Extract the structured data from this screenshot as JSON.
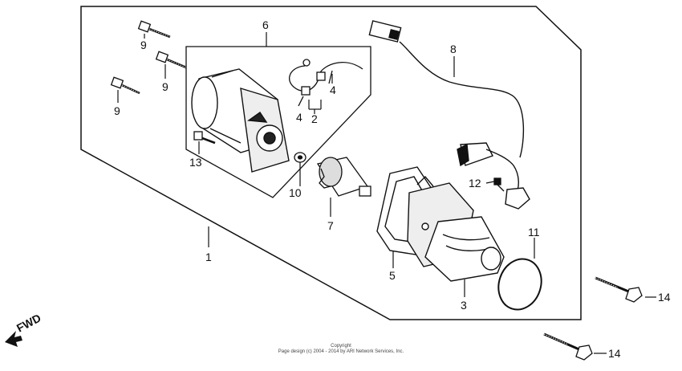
{
  "diagram": {
    "callouts": {
      "c1": "1",
      "c2": "2",
      "c3": "3",
      "c4a": "4",
      "c4b": "4",
      "c5": "5",
      "c6": "6",
      "c7": "7",
      "c8": "8",
      "c9a": "9",
      "c9b": "9",
      "c9c": "9",
      "c10": "10",
      "c11": "11",
      "c12": "12",
      "c13": "13",
      "c14a": "14",
      "c14b": "14"
    },
    "fwd_label": "FWD"
  },
  "footer": {
    "line1": "Copyright",
    "line2": "Page design (c) 2004 - 2014 by ARI Network Services, Inc."
  }
}
